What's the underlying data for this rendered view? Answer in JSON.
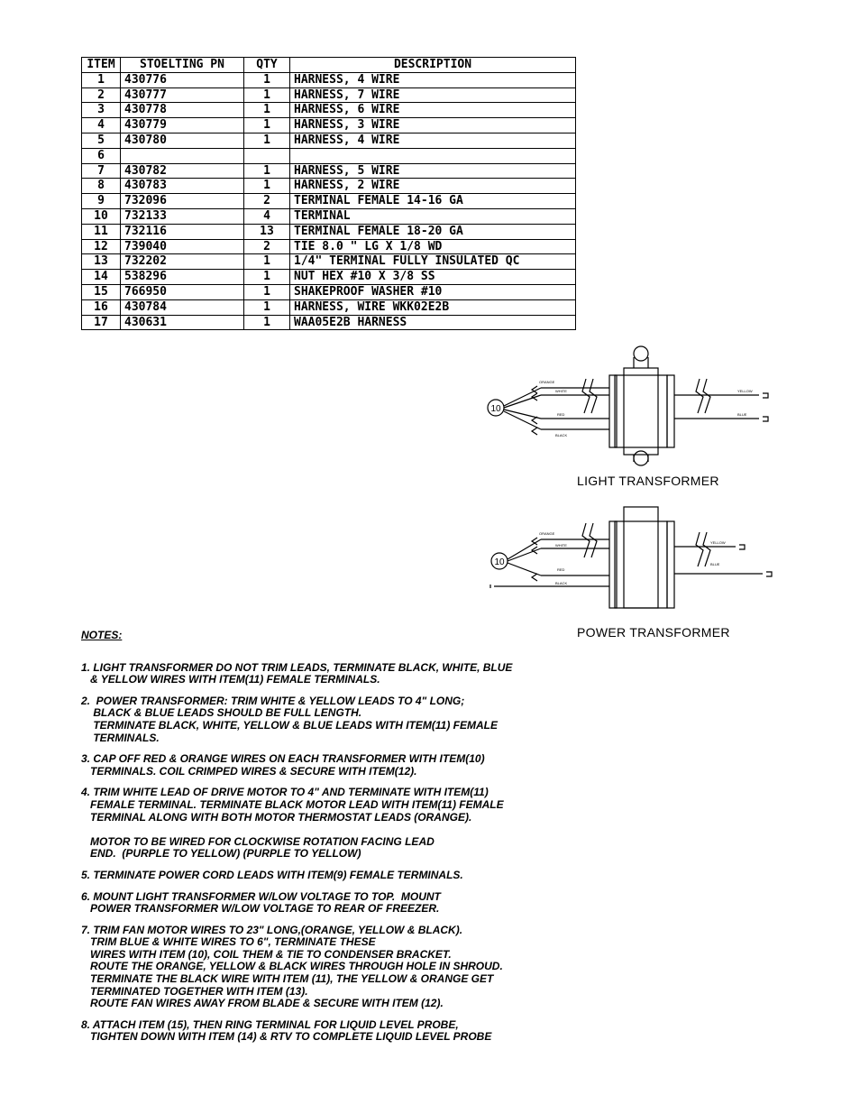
{
  "table": {
    "headers": [
      "ITEM",
      "STOELTING PN",
      "QTY",
      "DESCRIPTION"
    ],
    "rows": [
      [
        "1",
        "430776",
        "1",
        "HARNESS, 4 WIRE"
      ],
      [
        "2",
        "430777",
        "1",
        "HARNESS, 7 WIRE"
      ],
      [
        "3",
        "430778",
        "1",
        "HARNESS, 6 WIRE"
      ],
      [
        "4",
        "430779",
        "1",
        "HARNESS, 3 WIRE"
      ],
      [
        "5",
        "430780",
        "1",
        "HARNESS, 4 WIRE"
      ],
      [
        "6",
        "",
        "",
        ""
      ],
      [
        "7",
        "430782",
        "1",
        "HARNESS, 5 WIRE"
      ],
      [
        "8",
        "430783",
        "1",
        "HARNESS, 2 WIRE"
      ],
      [
        "9",
        "732096",
        "2",
        "TERMINAL FEMALE 14-16 GA"
      ],
      [
        "10",
        "732133",
        "4",
        "TERMINAL"
      ],
      [
        "11",
        "732116",
        "13",
        "TERMINAL FEMALE 18-20 GA"
      ],
      [
        "12",
        "739040",
        "2",
        "TIE 8.0 \" LG X 1/8 WD"
      ],
      [
        "13",
        "732202",
        "1",
        "1/4\" TERMINAL FULLY INSULATED QC"
      ],
      [
        "14",
        "538296",
        "1",
        "NUT HEX #10 X 3/8 SS"
      ],
      [
        "15",
        "766950",
        "1",
        "SHAKEPROOF WASHER #10"
      ],
      [
        "16",
        "430784",
        "1",
        "HARNESS, WIRE WKK02E2B"
      ],
      [
        "17",
        "430631",
        "1",
        "WAA05E2B HARNESS"
      ]
    ]
  },
  "diagrams": {
    "light": {
      "label": "LIGHT TRANSFORMER",
      "callout": "10",
      "left_wires": [
        "ORANGE",
        "WHITE",
        "RED",
        "BLACK"
      ],
      "right_wires": [
        "YELLOW",
        "BLUE"
      ]
    },
    "power": {
      "label": "POWER TRANSFORMER",
      "callout": "10",
      "left_wires": [
        "ORANGE",
        "WHITE",
        "RED",
        "BLACK"
      ],
      "right_wires": [
        "YELLOW",
        "BLUE"
      ]
    }
  },
  "notes": {
    "title": "NOTES:",
    "items": [
      "1. LIGHT TRANSFORMER DO NOT TRIM LEADS, TERMINATE BLACK, WHITE, BLUE\n   & YELLOW WIRES WITH ITEM(11) FEMALE TERMINALS.",
      "2.  POWER TRANSFORMER: TRIM WHITE & YELLOW LEADS TO 4\" LONG;\n    BLACK & BLUE LEADS SHOULD BE FULL LENGTH.\n    TERMINATE BLACK, WHITE, YELLOW & BLUE LEADS WITH ITEM(11) FEMALE\n    TERMINALS.",
      "3. CAP OFF RED & ORANGE WIRES ON EACH TRANSFORMER WITH ITEM(10)\n   TERMINALS. COIL CRIMPED WIRES & SECURE WITH ITEM(12).",
      "4. TRIM WHITE LEAD OF DRIVE MOTOR TO 4\" AND TERMINATE WITH ITEM(11)\n   FEMALE TERMINAL. TERMINATE BLACK MOTOR LEAD WITH ITEM(11) FEMALE\n   TERMINAL ALONG WITH BOTH MOTOR THERMOSTAT LEADS (ORANGE).\n\n   MOTOR TO BE WIRED FOR CLOCKWISE ROTATION FACING LEAD\n   END.  (PURPLE TO YELLOW) (PURPLE TO YELLOW)",
      "5. TERMINATE POWER CORD LEADS WITH ITEM(9) FEMALE TERMINALS.",
      "6. MOUNT LIGHT TRANSFORMER W/LOW VOLTAGE TO TOP.  MOUNT\n   POWER TRANSFORMER W/LOW VOLTAGE TO REAR OF FREEZER.",
      "7. TRIM FAN MOTOR WIRES TO 23\" LONG,(ORANGE, YELLOW & BLACK).\n   TRIM BLUE & WHITE WIRES TO 6\", TERMINATE THESE\n   WIRES WITH ITEM (10), COIL THEM & TIE TO CONDENSER BRACKET.\n   ROUTE THE ORANGE, YELLOW & BLACK WIRES THROUGH HOLE IN SHROUD.\n   TERMINATE THE BLACK WIRE WITH ITEM (11), THE YELLOW & ORANGE GET\n   TERMINATED TOGETHER WITH ITEM (13).\n   ROUTE FAN WIRES AWAY FROM BLADE & SECURE WITH ITEM (12).",
      "8. ATTACH ITEM (15), THEN RING TERMINAL FOR LIQUID LEVEL PROBE,\n   TIGHTEN DOWN WITH ITEM (14) & RTV TO COMPLETE LIQUID LEVEL PROBE"
    ]
  }
}
